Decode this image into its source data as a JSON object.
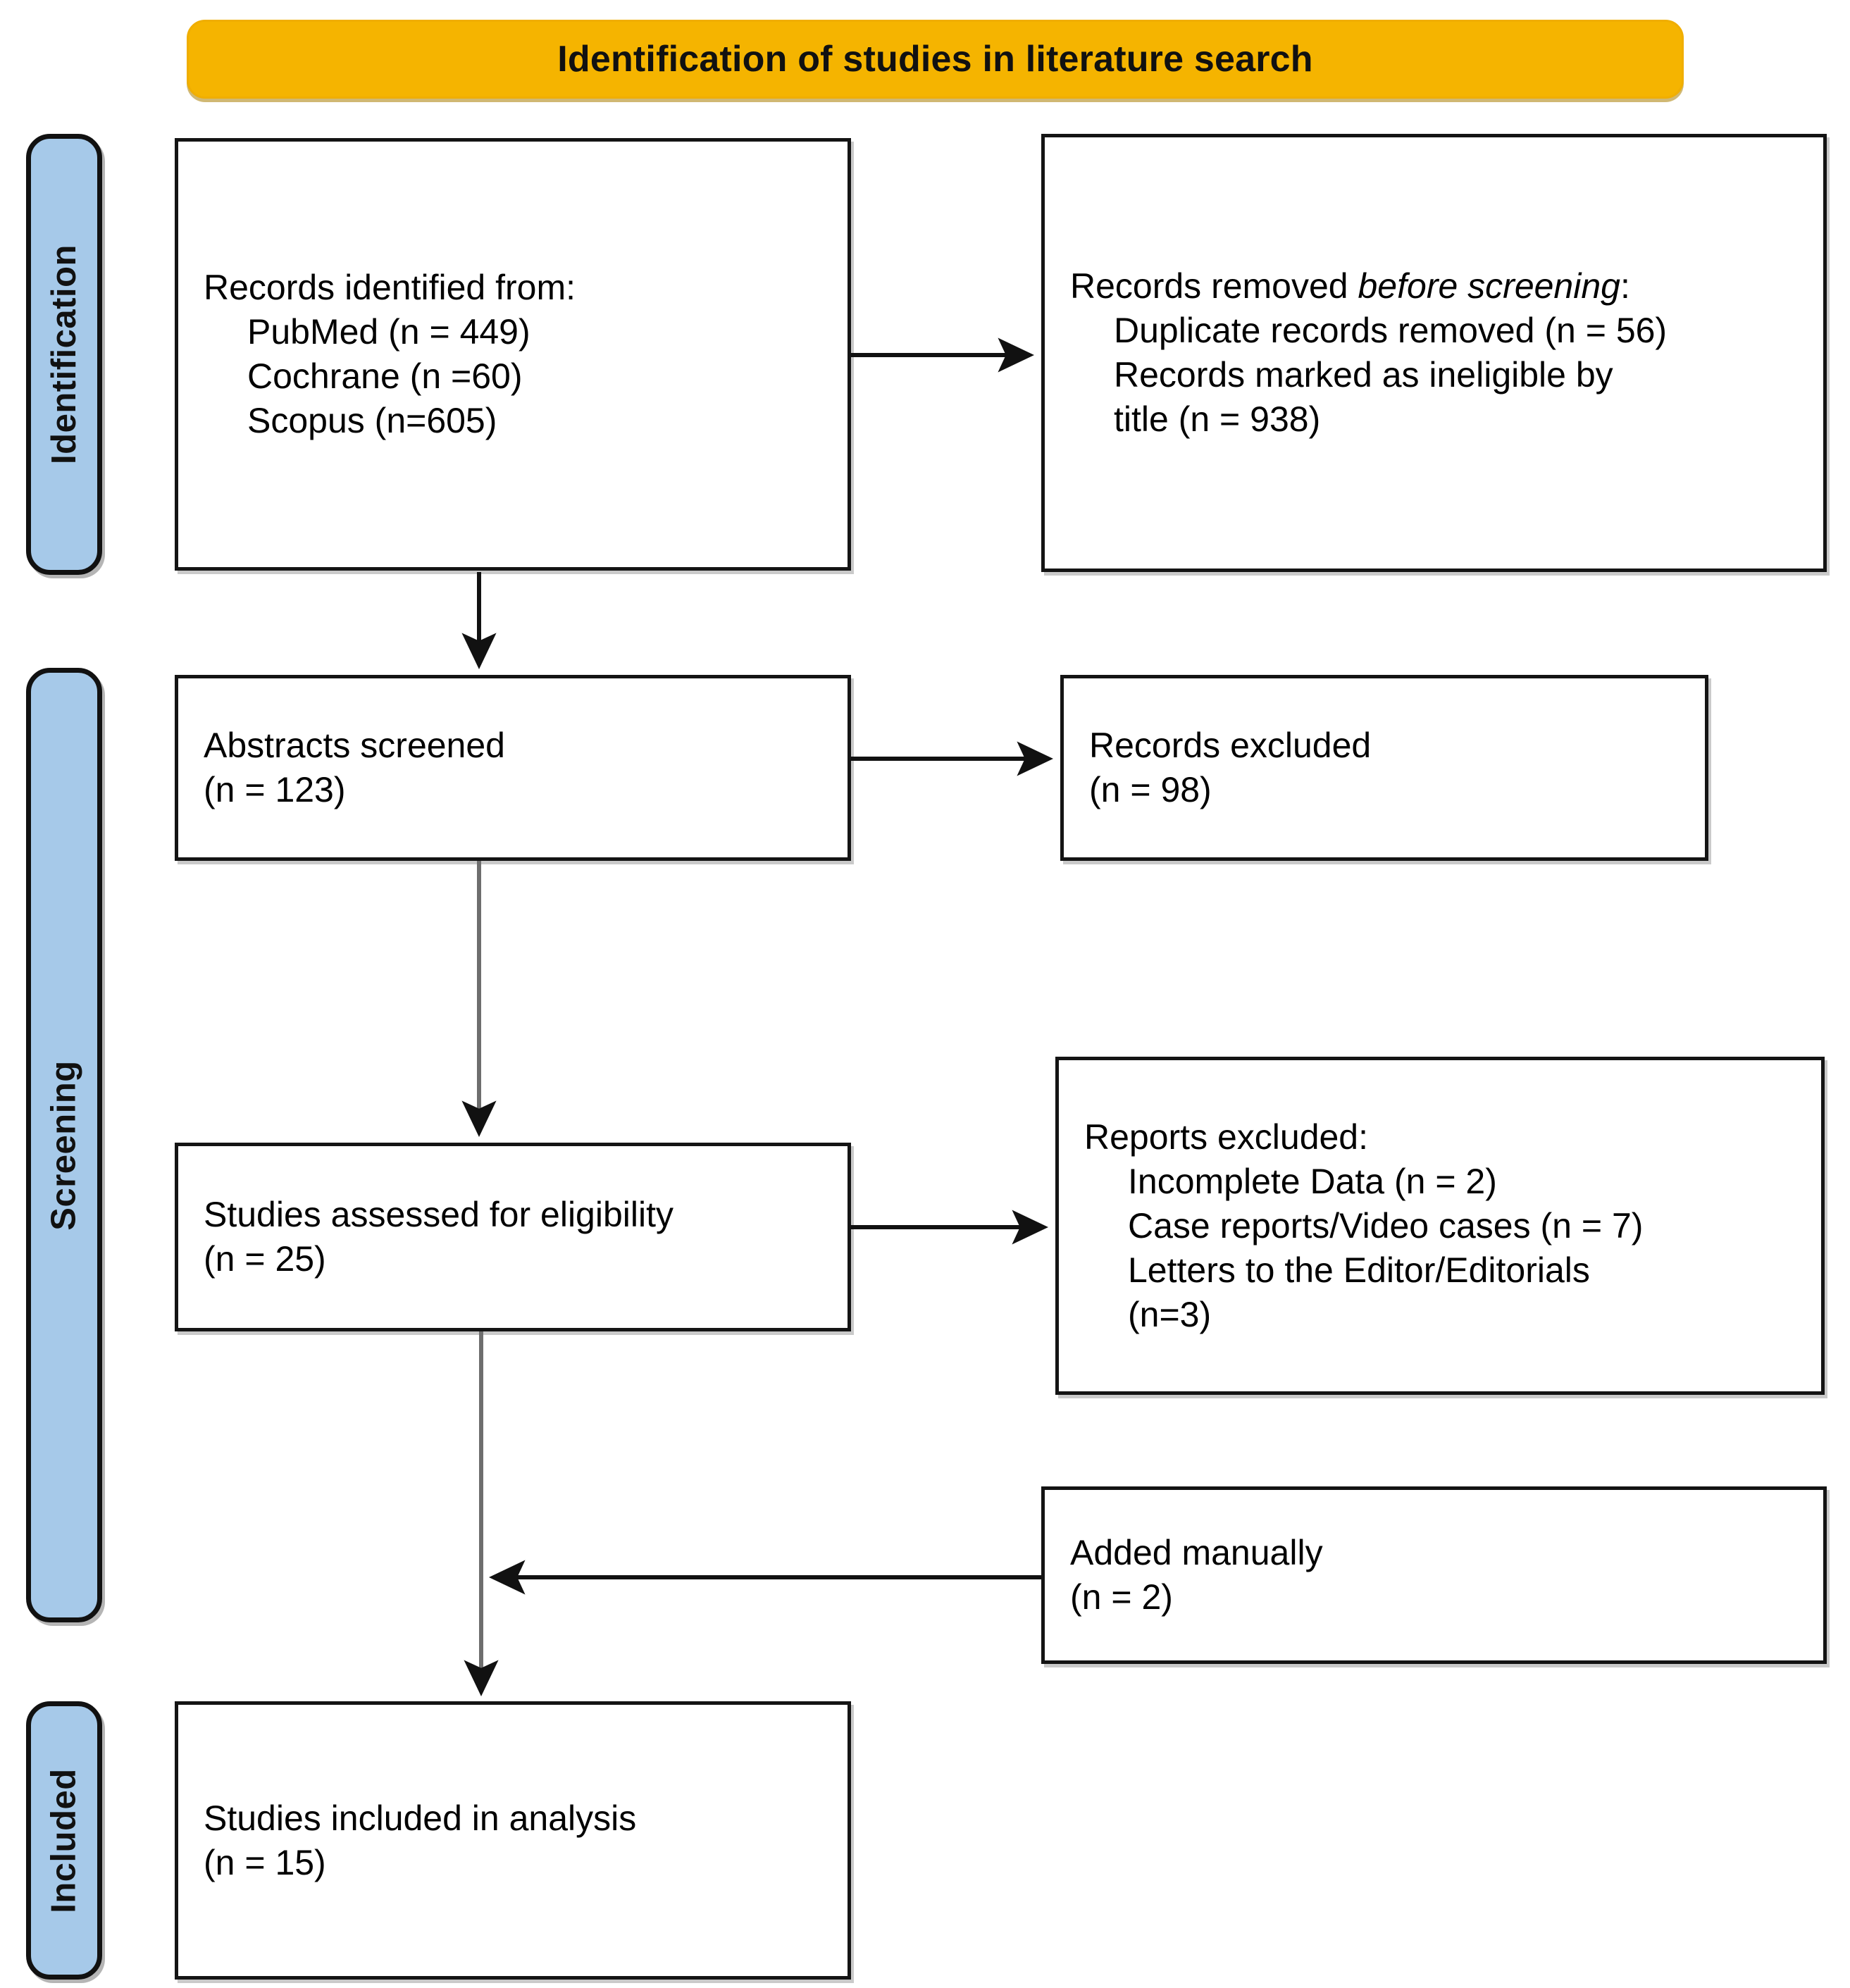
{
  "diagram": {
    "type": "prisma-flow-diagram",
    "title": "Identification of studies in literature search",
    "colors": {
      "title_banner": "#F5B400",
      "stage_bar": "#A6C9E9",
      "box_border": "#141414",
      "box_fill": "#FFFFFF",
      "text": "#000000"
    }
  },
  "stages": [
    {
      "id": "identification",
      "label": "Identification"
    },
    {
      "id": "screening",
      "label": "Screening"
    },
    {
      "id": "included",
      "label": "Included"
    }
  ],
  "boxes": {
    "identified": {
      "name": "records-identified",
      "lines": [
        "Records identified from:",
        "PubMed (n = 449)",
        "Cochrane (n =60)",
        "Scopus (n=605)"
      ]
    },
    "removed": {
      "name": "records-removed-before-screening",
      "lead_prefix": "Records removed ",
      "lead_italic": "before screening",
      "lead_suffix": ":",
      "lines": [
        "Duplicate records removed (n = 56)",
        "Records marked as ineligible by",
        "title (n = 938)"
      ]
    },
    "abstracts": {
      "name": "abstracts-screened",
      "line1": "Abstracts screened",
      "line2": "(n = 123)"
    },
    "records_excluded": {
      "name": "records-excluded",
      "line1": "Records excluded",
      "line2": "(n = 98)"
    },
    "eligibility": {
      "name": "studies-assessed-for-eligibility",
      "line1": "Studies assessed for eligibility",
      "line2": "(n = 25)"
    },
    "reports_excluded": {
      "name": "reports-excluded",
      "heading": "Reports excluded:",
      "lines": [
        "Incomplete Data (n = 2)",
        "Case reports/Video cases (n = 7)",
        "Letters to the Editor/Editorials",
        "(n=3)"
      ]
    },
    "added_manually": {
      "name": "added-manually",
      "line1": "Added manually",
      "line2": "(n = 2)"
    },
    "included": {
      "name": "studies-included-in-analysis",
      "line1": "Studies included in analysis",
      "line2": "(n = 15)"
    }
  },
  "connectors": [
    {
      "name": "identified-to-removed",
      "direction": "right"
    },
    {
      "name": "identified-to-abstracts",
      "direction": "down"
    },
    {
      "name": "abstracts-to-records-excluded",
      "direction": "right"
    },
    {
      "name": "abstracts-to-eligibility",
      "direction": "down"
    },
    {
      "name": "eligibility-to-reports-excluded",
      "direction": "right"
    },
    {
      "name": "added-manually-to-flow",
      "direction": "left"
    },
    {
      "name": "eligibility-to-included",
      "direction": "down"
    }
  ]
}
